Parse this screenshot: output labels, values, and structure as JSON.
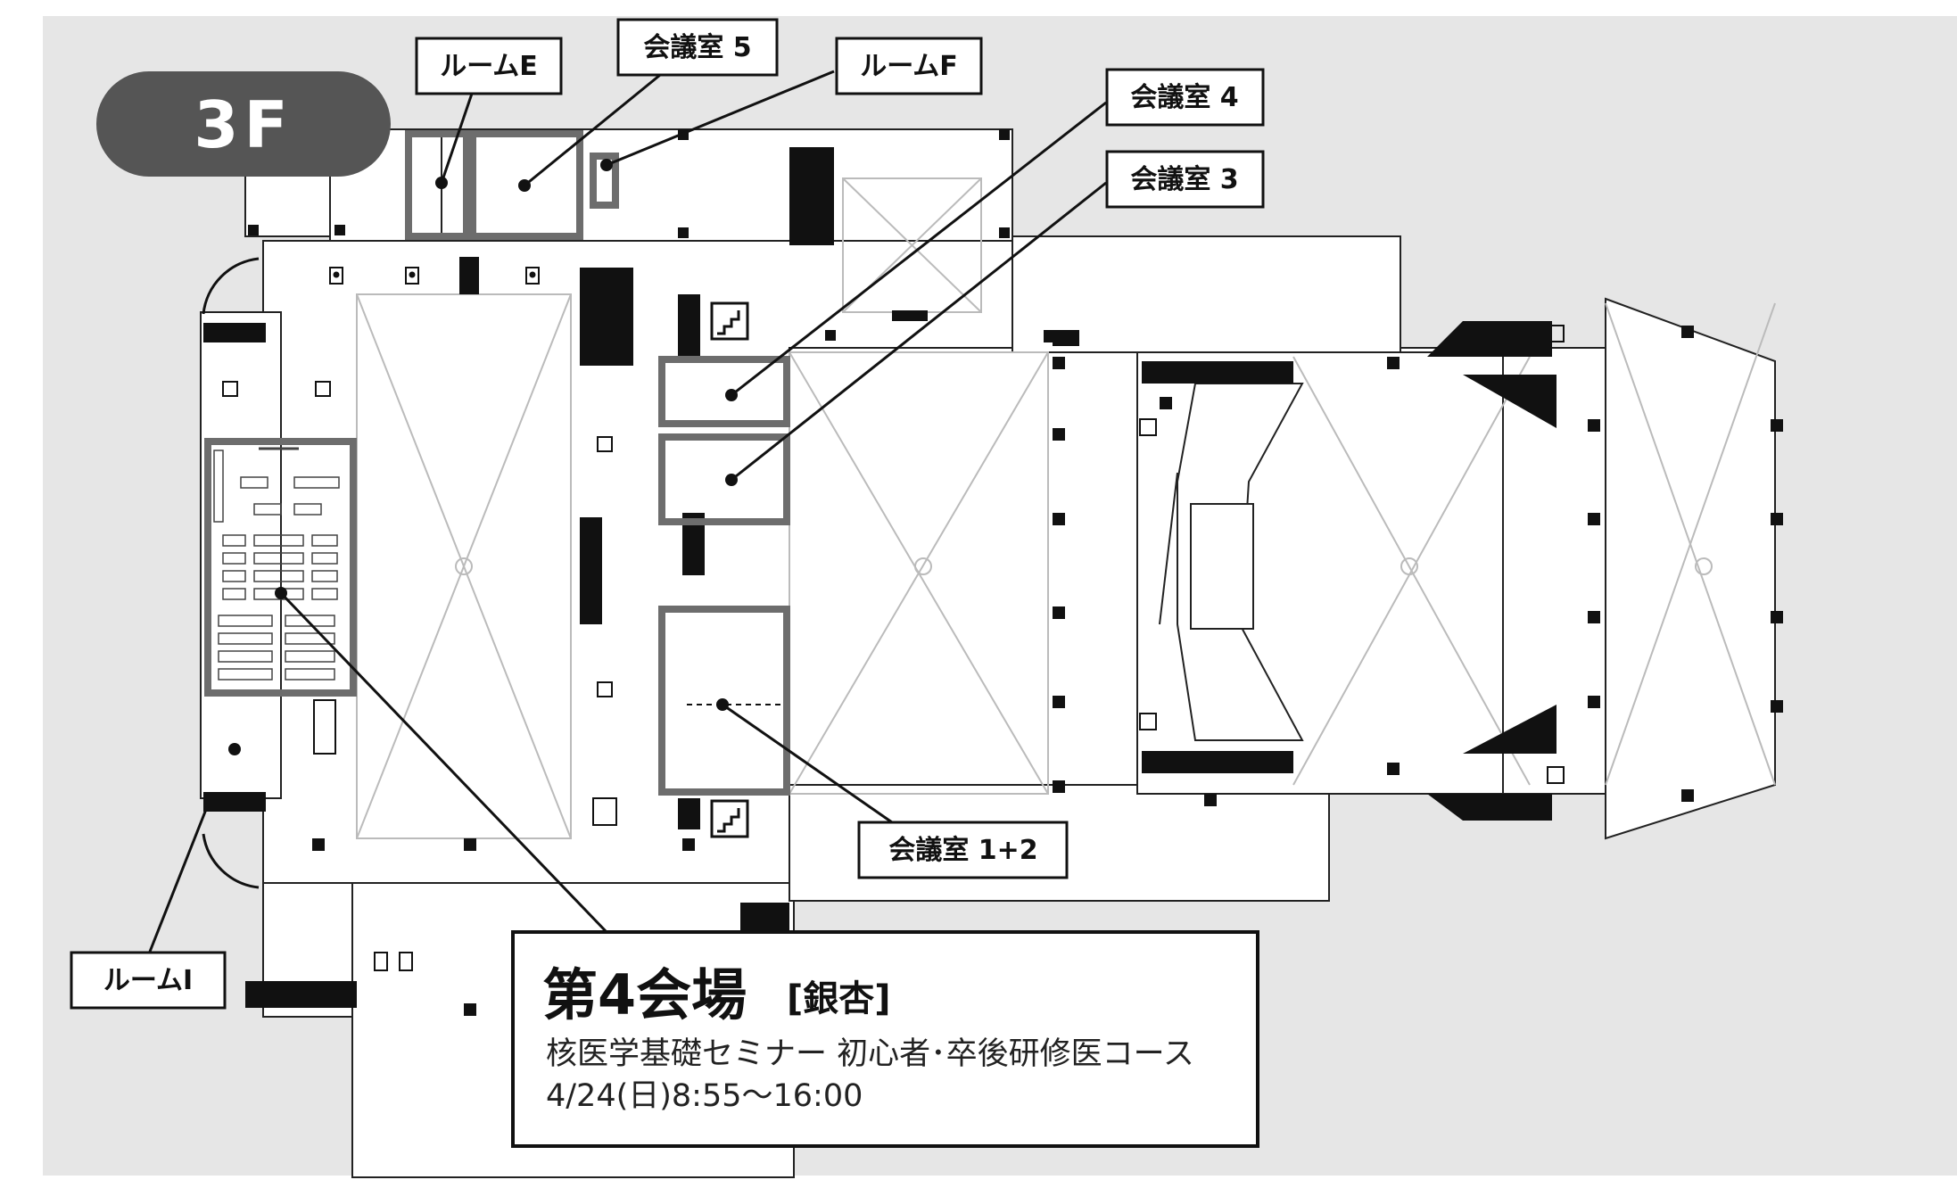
{
  "floor": {
    "label": "3F"
  },
  "callouts": {
    "room_e": "ルームE",
    "meeting_5": "会議室 5",
    "room_f": "ルームF",
    "meeting_4": "会議室 4",
    "meeting_3": "会議室 3",
    "meeting_12": "会議室 1+2",
    "room_i": "ルームⅠ"
  },
  "venue": {
    "title": "第4会場",
    "subtitle": "[銀杏]",
    "description": "核医学基礎セミナー 初心者･卒後研修医コース",
    "schedule": "4/24(日)8:55〜16:00"
  },
  "colors": {
    "background": "#e6e6e6",
    "floor": "#ffffff",
    "wall": "#111111",
    "highlight_room": "#6d6d6d",
    "floor_badge": "#555555"
  },
  "icons": [
    "elevator-icon",
    "restroom-icon",
    "stairs-icon"
  ]
}
